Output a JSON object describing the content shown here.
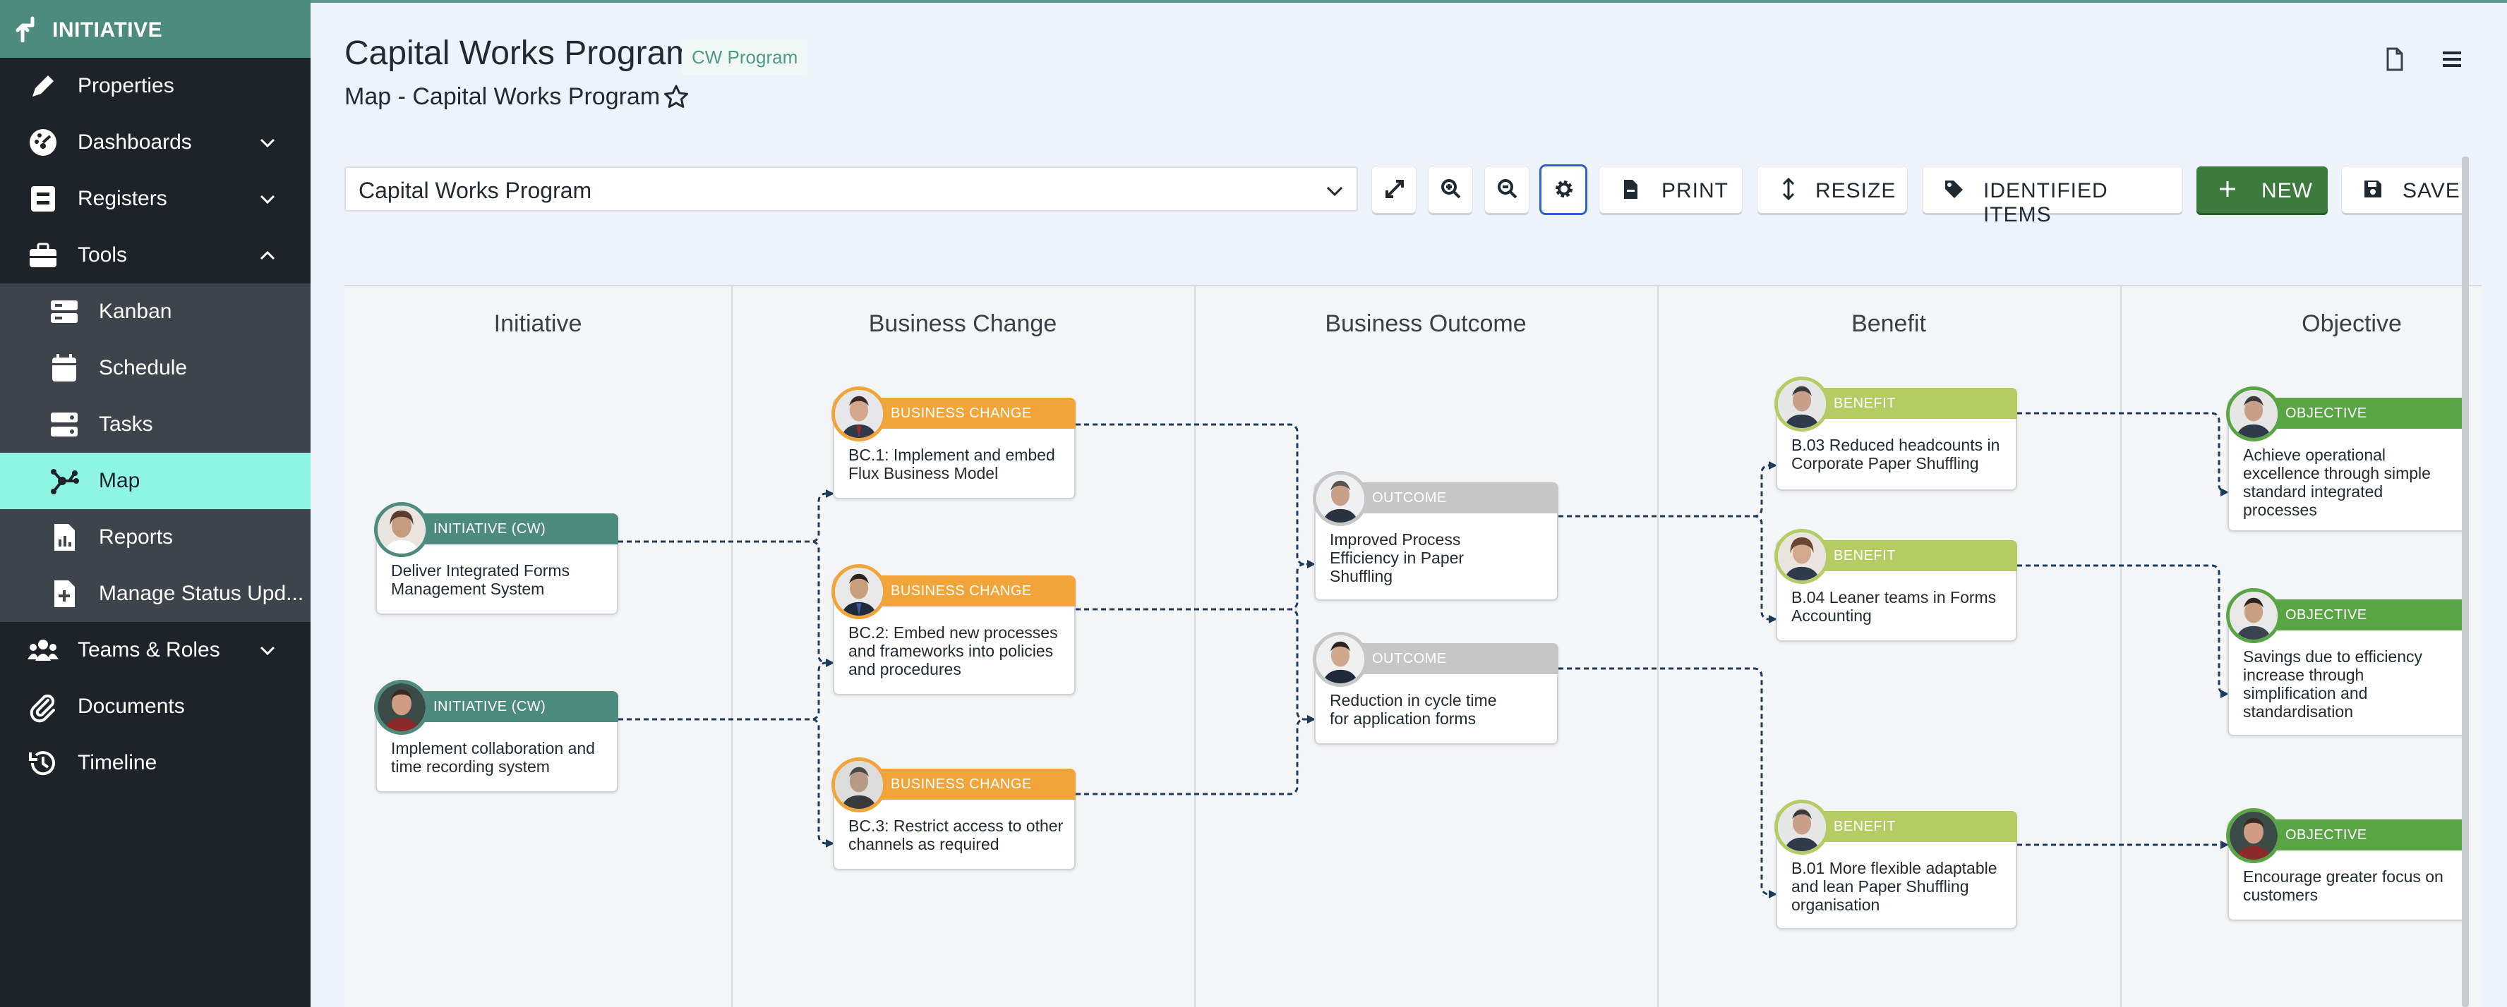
{
  "sidebar": {
    "header": "INITIATIVE",
    "items": [
      {
        "label": "Properties",
        "icon": "pencil-icon"
      },
      {
        "label": "Dashboards",
        "icon": "dashboard-icon"
      },
      {
        "label": "Registers",
        "icon": "register-icon"
      },
      {
        "label": "Tools",
        "icon": "toolbox-icon"
      },
      {
        "label": "Kanban",
        "icon": "kanban-icon"
      },
      {
        "label": "Schedule",
        "icon": "calendar-icon"
      },
      {
        "label": "Tasks",
        "icon": "tasks-icon"
      },
      {
        "label": "Map",
        "icon": "map-icon"
      },
      {
        "label": "Reports",
        "icon": "reports-icon"
      },
      {
        "label": "Manage Status Upd...",
        "icon": "status-update-icon"
      },
      {
        "label": "Teams & Roles",
        "icon": "teams-icon"
      },
      {
        "label": "Documents",
        "icon": "paperclip-icon"
      },
      {
        "label": "Timeline",
        "icon": "history-icon"
      }
    ]
  },
  "header": {
    "title": "Capital Works Program",
    "badge": "CW Program",
    "subtitle": "Map - Capital Works Program"
  },
  "toolbar": {
    "select_value": "Capital Works Program",
    "print": "PRINT",
    "resize": "RESIZE",
    "identified": "IDENTIFIED ITEMS",
    "new": "NEW",
    "save": "SAVE"
  },
  "map": {
    "columns": [
      "Initiative",
      "Business Change",
      "Business Outcome",
      "Benefit",
      "Objective"
    ],
    "cards": {
      "i1": {
        "tag": "INITIATIVE (CW)",
        "text": "Deliver Integrated Forms Management System"
      },
      "i2": {
        "tag": "INITIATIVE (CW)",
        "text": "Implement collaboration and time recording system"
      },
      "bc1": {
        "tag": "BUSINESS CHANGE",
        "text": "BC.1: Implement and embed Flux Business Model"
      },
      "bc2": {
        "tag": "BUSINESS CHANGE",
        "text": "BC.2: Embed new processes and frameworks into policies and procedures"
      },
      "bc3": {
        "tag": "BUSINESS CHANGE",
        "text": "BC.3: Restrict access to other channels as required"
      },
      "o1": {
        "tag": "OUTCOME",
        "text": "Improved Process Efficiency in Paper Shuffling"
      },
      "o2": {
        "tag": "OUTCOME",
        "text": "Reduction in cycle time for application forms"
      },
      "b1": {
        "tag": "BENEFIT",
        "text": "B.03 Reduced headcounts in Corporate Paper Shuffling"
      },
      "b2": {
        "tag": "BENEFIT",
        "text": "B.04 Leaner teams in Forms Accounting"
      },
      "b3": {
        "tag": "BENEFIT",
        "text": "B.01 More flexible adaptable and lean Paper Shuffling organisation"
      },
      "ob1": {
        "tag": "OBJECTIVE",
        "text": "Achieve operational excellence through simple standard integrated processes"
      },
      "ob2": {
        "tag": "OBJECTIVE",
        "text": "Savings due to efficiency increase through simplification and standardisation"
      },
      "ob3": {
        "tag": "OBJECTIVE",
        "text": "Encourage greater focus on customers"
      }
    },
    "colors": {
      "initiative": "#4e8b7f",
      "business_change": "#f0a43a",
      "outcome": "#c6c6c6",
      "benefit": "#b5cb63",
      "objective": "#59a545",
      "edge": "#1f3b5a"
    }
  }
}
